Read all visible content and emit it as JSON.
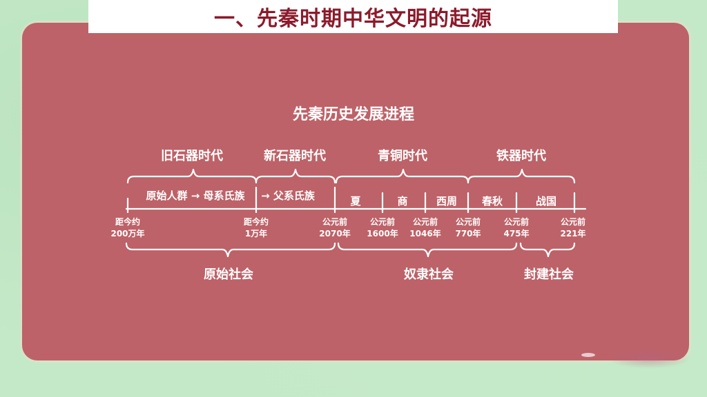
{
  "colors": {
    "background": "#c4e9c9",
    "panel": "#bd6268",
    "title_bar": "#ffffff",
    "title_text": "#8b1a2b",
    "diagram_text": "#ffffff"
  },
  "header": {
    "title": "一、先秦时期中华文明的起源"
  },
  "diagram": {
    "title": "先秦历史发展进程",
    "eras": [
      {
        "label": "旧石器时代"
      },
      {
        "label": "新石器时代"
      },
      {
        "label": "青铜时代"
      },
      {
        "label": "铁器时代"
      }
    ],
    "segments": [
      {
        "label": "原始人群 → 母系氏族"
      },
      {
        "label": "→ 父系氏族"
      },
      {
        "label": "夏"
      },
      {
        "label": "商"
      },
      {
        "label": "西周"
      },
      {
        "label": "春秋"
      },
      {
        "label": "战国"
      }
    ],
    "dates": [
      {
        "line1": "距今约",
        "line2": "200万年"
      },
      {
        "line1": "距今约",
        "line2": "1万年"
      },
      {
        "line1": "公元前",
        "line2": "2070年"
      },
      {
        "line1": "公元前",
        "line2": "1600年"
      },
      {
        "line1": "公元前",
        "line2": "1046年"
      },
      {
        "line1": "公元前",
        "line2": "770年"
      },
      {
        "line1": "公元前",
        "line2": "475年"
      },
      {
        "line1": "公元前",
        "line2": "221年"
      }
    ],
    "societies": [
      {
        "label": "原始社会"
      },
      {
        "label": "奴隶社会"
      },
      {
        "label": "封建社会"
      }
    ]
  }
}
